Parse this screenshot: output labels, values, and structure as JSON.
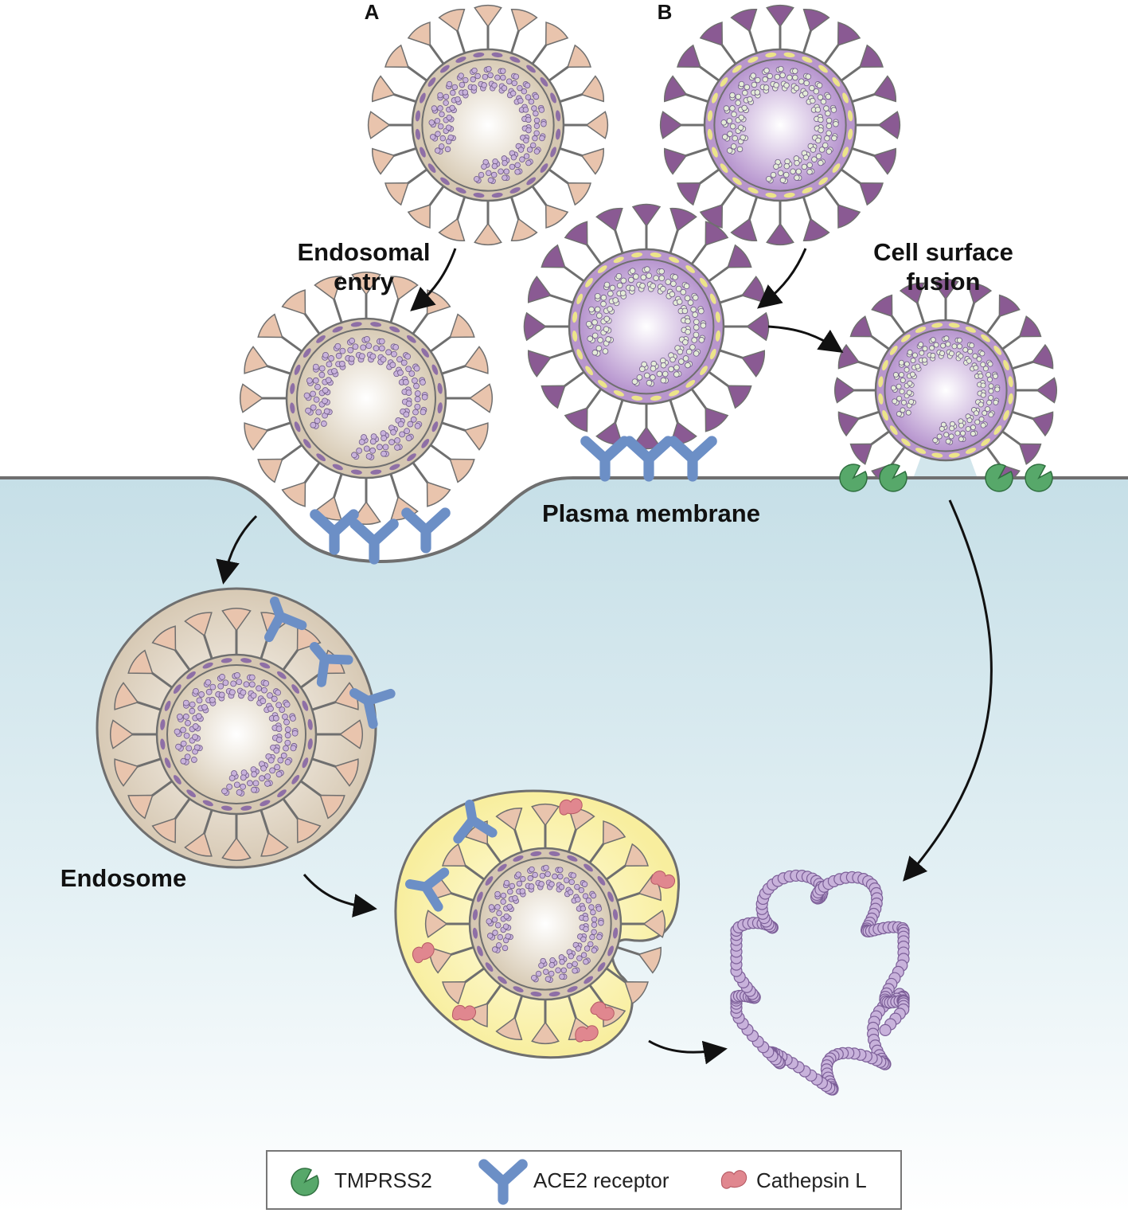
{
  "panels": {
    "a": "A",
    "b": "B"
  },
  "labels": {
    "endosomal_entry": [
      "Endosomal",
      "entry"
    ],
    "cell_surface_fusion": [
      "Cell surface",
      "fusion"
    ],
    "plasma_membrane": "Plasma membrane",
    "endosome": "Endosome"
  },
  "legend": {
    "tmprss2": "TMPRSS2",
    "ace2": "ACE2 receptor",
    "cathepsin": "Cathepsin L"
  },
  "colors": {
    "virus_a_spike": "#e9c4ad",
    "virus_a_envelope": "#d5c7b2",
    "virus_b_spike": "#8a5a93",
    "virus_b_envelope": "#b896cc",
    "ace2": "#6c8fc6",
    "tmprss2": "#57a86a",
    "cathepsin": "#e0878f",
    "cytoplasm": "#cde3ea",
    "lysosome": "#fbf2a8",
    "rna": "#c8b2db"
  },
  "icons": [
    "tmprss2-icon",
    "ace2-receptor-icon",
    "cathepsin-l-icon",
    "virus-icon",
    "rna-icon",
    "arrow-icon"
  ]
}
